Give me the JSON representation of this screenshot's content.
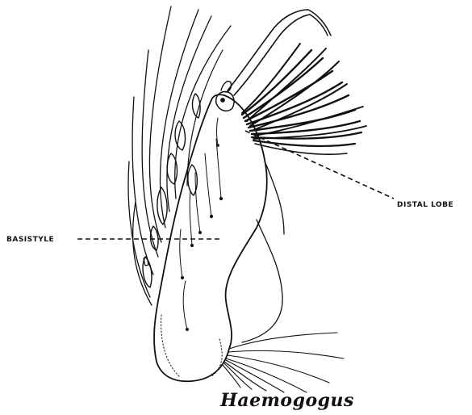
{
  "labels": {
    "distal_lobe": "DISTAL LOBE",
    "basistyle": "BASISTYLE"
  },
  "caption": "Haemogogus"
}
